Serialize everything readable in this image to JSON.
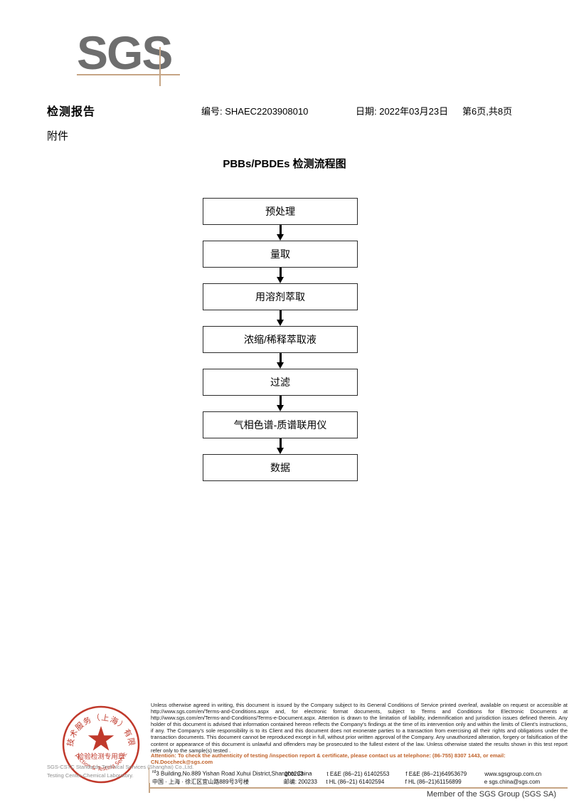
{
  "logo": {
    "text": "SGS"
  },
  "header": {
    "title": "检测报告",
    "report_no": "编号: SHAEC2203908010",
    "date": "日期: 2022年03月23日",
    "page": "第6页,共8页",
    "attachment_label": "附件"
  },
  "flowchart": {
    "title": "PBBs/PBDEs 检测流程图",
    "nodes": [
      {
        "label": "预处理"
      },
      {
        "label": "量取"
      },
      {
        "label": "用溶剂萃取"
      },
      {
        "label": "浓缩/稀释萃取液"
      },
      {
        "label": "过滤"
      },
      {
        "label": "气相色谱-质谱联用仪"
      },
      {
        "label": "数据"
      }
    ]
  },
  "seal": {
    "outer_text": "标准技术服务（上海）有限公司",
    "center_text": "检验检测专用章",
    "english_text": "Inspection & Testing Services",
    "color": "#c0392b"
  },
  "watermark": {
    "line1": "SGS-CSTC Standards Technical Services (Shanghai) Co.,Ltd.",
    "line2": "Testing Center-Chemical Laboratory."
  },
  "footer": {
    "legal_text": "Unless otherwise agreed in writing, this document is issued by the Company subject to its General Conditions of Service printed overleaf, available on request or accessible at http://www.sgs.com/en/Terms-and-Conditions.aspx and, for electronic format documents, subject to Terms and Conditions for Electronic Documents at http://www.sgs.com/en/Terms-and-Conditions/Terms-e-Document.aspx. Attention is drawn to the limitation of liability, indemnification and jurisdiction issues defined therein. Any holder of this document is advised that information contained hereon reflects the Company's findings at the time of its intervention only and within the limits of Client's instructions, if any. The Company's sole responsibility is to its Client and this document does not exonerate parties to a transaction from exercising all their rights and obligations under the transaction documents. This document cannot be reproduced except in full, without prior written approval of the Company. Any unauthorized alteration, forgery or falsification of the content or appearance of this document is unlawful and offenders may be prosecuted to the fullest extent of the law. Unless otherwise stated the results shown in this test report refer only to the sample(s) tested .",
    "attention_text": "Attention: To check the authenticity of testing /inspection report & certificate, please contact us at telephone: (86-755) 8307 1443, or email: CN.Doccheck@sgs.com",
    "attention_color": "#c0622a",
    "address_en": "3 Building,No.889 Yishan Road Xuhui District,Shanghai China",
    "address_en_sup": "rd",
    "address_cn": "中国 · 上海 · 徐汇区宜山路889号3号楼",
    "postcode_en": "200233",
    "postcode_cn_label": "邮编:",
    "postcode_cn": "200233",
    "phone_row1_a": "t E&E (86–21) 61402553",
    "phone_row1_b": "f E&E (86–21)64953679",
    "phone_row2_a": "t HL (86–21) 61402594",
    "phone_row2_b": "f HL (86–21)61156899",
    "website": "www.sgsgroup.com.cn",
    "email_prefix": "e",
    "email": "sgs.china@sgs.com",
    "member_text": "Member of the SGS Group (SGS SA)"
  }
}
